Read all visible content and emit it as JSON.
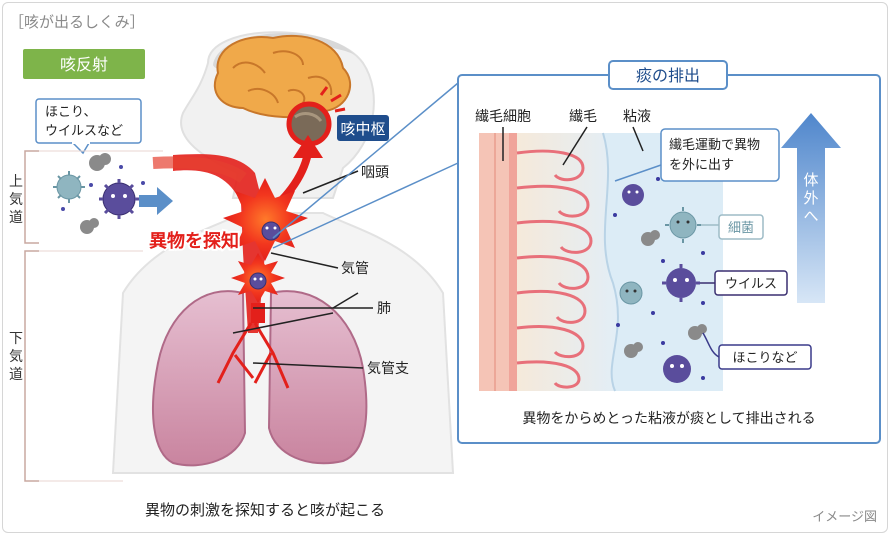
{
  "header": {
    "title": "［咳が出るしくみ］"
  },
  "left": {
    "badge": "咳反射",
    "dust_label_line1": "ほこり、",
    "dust_label_line2": "ウイルスなど",
    "upper_airway": [
      "上",
      "気",
      "道"
    ],
    "lower_airway": [
      "下",
      "気",
      "道"
    ],
    "center_label": "咳中枢",
    "detect_label": "異物を探知",
    "pharynx": "咽頭",
    "trachea": "気管",
    "lung": "肺",
    "bronchi": "気管支",
    "caption": "異物の刺激を探知すると咳が起こる"
  },
  "right": {
    "title": "痰の排出",
    "cilia_cell": "繊毛細胞",
    "cilia": "繊毛",
    "mucus": "粘液",
    "callout_line1": "繊毛運動で異物",
    "callout_line2": "を外に出す",
    "outside": [
      "体",
      "外",
      "へ"
    ],
    "bacteria": "細菌",
    "virus": "ウイルス",
    "dust": "ほこりなど",
    "caption": "異物をからめとった粘液が痰として排出される"
  },
  "footer": {
    "note": "イメージ図"
  },
  "colors": {
    "badge_green": "#7eb44a",
    "label_blue": "#1f4d8c",
    "panel_border": "#5b8fc8",
    "alarm_red": "#e3201b",
    "lung_pink": "#c07090",
    "virus_purple": "#5a4d9c",
    "bacteria_teal": "#8fb5c0"
  }
}
